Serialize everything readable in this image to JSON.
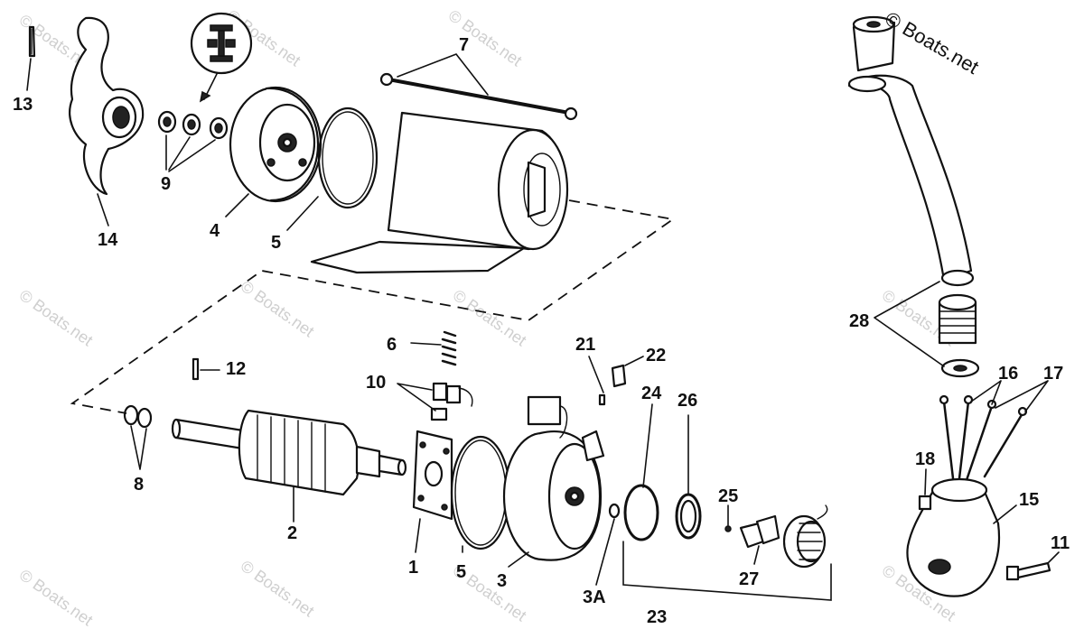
{
  "watermark": "© Boats.net",
  "brand_mark": "© Boats.net",
  "callouts": {
    "c1": "1",
    "c2": "2",
    "c3": "3",
    "c3a": "3A",
    "c4": "4",
    "c5a": "5",
    "c5b": "5",
    "c6": "6",
    "c7": "7",
    "c8": "8",
    "c9": "9",
    "c10": "10",
    "c11": "11",
    "c12": "12",
    "c13": "13",
    "c14": "14",
    "c15": "15",
    "c16": "16",
    "c17": "17",
    "c18": "18",
    "c21": "21",
    "c22": "22",
    "c23": "23",
    "c24": "24",
    "c25": "25",
    "c26": "26",
    "c27": "27",
    "c28": "28"
  },
  "colors": {
    "ink": "#111111",
    "watermark": "#cfcfcf",
    "background": "#ffffff"
  }
}
